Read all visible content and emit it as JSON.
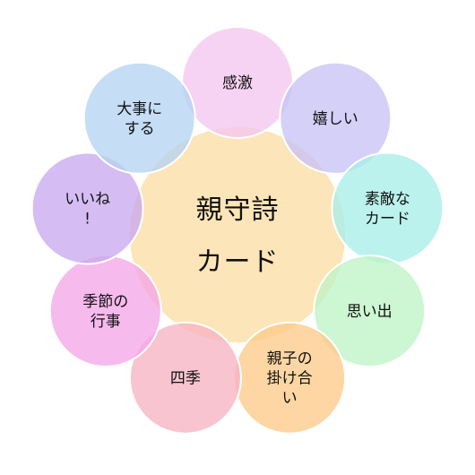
{
  "center": {
    "lines": [
      "親守詩",
      "カード"
    ],
    "color": "#FCE5B8"
  },
  "nodes": [
    {
      "id": "kangeki",
      "lines": [
        "感激"
      ],
      "color": "#F4C6F0"
    },
    {
      "id": "ureshii",
      "lines": [
        "嬉しい"
      ],
      "color": "#C8C3F6"
    },
    {
      "id": "suteki-na-card",
      "lines": [
        "素敵な",
        "カード"
      ],
      "color": "#A8EEE8"
    },
    {
      "id": "omoide",
      "lines": [
        "思い出"
      ],
      "color": "#BFF4C6"
    },
    {
      "id": "oyako-no-kakeai",
      "lines": [
        "親子の",
        "掛け合",
        "い"
      ],
      "color": "#FCCB8A"
    },
    {
      "id": "shiki",
      "lines": [
        "四季"
      ],
      "color": "#F6B4C3"
    },
    {
      "id": "kisetsu-no-gyoji",
      "lines": [
        "季節の",
        "行事"
      ],
      "color": "#F3A6E8"
    },
    {
      "id": "iine",
      "lines": [
        "いいね",
        "!"
      ],
      "color": "#C9A9EE"
    },
    {
      "id": "daiji-ni-suru",
      "lines": [
        "大事に",
        "する"
      ],
      "color": "#B5D3F2"
    }
  ]
}
